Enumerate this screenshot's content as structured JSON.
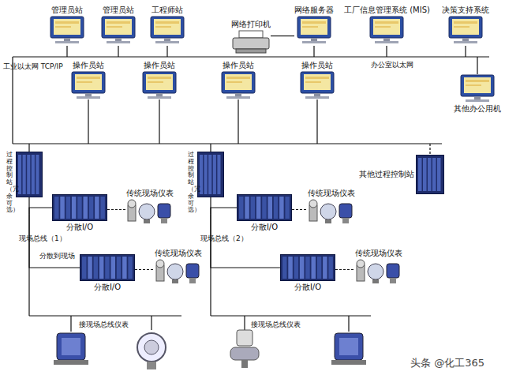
{
  "diagram": {
    "nodes": [
      {
        "text": [
          "管理员站"
        ]
      },
      {
        "text": [
          "管理员站"
        ]
      },
      {
        "text": [
          "工程师站"
        ]
      },
      {
        "text": [
          "网络打印机"
        ]
      },
      {
        "text": [
          "网络服务器"
        ]
      },
      {
        "text": [
          "工厂信息管理系统 (MIS)"
        ]
      },
      {
        "text": [
          "决策支持系统"
        ]
      },
      {
        "text": [
          "其他办公用机"
        ]
      },
      {
        "text": [
          "操作员站"
        ]
      },
      {
        "text": [
          "操作员站"
        ]
      },
      {
        "text": [
          "操作员站"
        ]
      },
      {
        "text": [
          "操作员站"
        ]
      },
      {
        "text": [
          "过程控制站（冗余可选）"
        ]
      },
      {
        "text": [
          "分散I/O"
        ]
      },
      {
        "text": [
          "传统现场仪表"
        ]
      },
      {
        "text": [
          "分散I/O"
        ]
      },
      {
        "text": [
          "传统现场仪表"
        ]
      },
      {
        "text": [
          "过程控制站（冗余可选）"
        ]
      },
      {
        "text": [
          "分散I/O"
        ]
      },
      {
        "text": [
          "传统现场仪表"
        ]
      },
      {
        "text": [
          "分散I/O"
        ]
      },
      {
        "text": [
          "传统现场仪表"
        ]
      },
      {
        "text": [
          "其他过程控制站"
        ]
      }
    ],
    "edges": [
      {
        "from": 12,
        "to": 13,
        "arrow": "none"
      },
      {
        "from": 13,
        "to": 14,
        "arrow": "none"
      },
      {
        "from": 12,
        "to": 15,
        "arrow": "none"
      },
      {
        "from": 15,
        "to": 16,
        "arrow": "none"
      },
      {
        "from": 17,
        "to": 18,
        "arrow": "none"
      },
      {
        "from": 18,
        "to": 19,
        "arrow": "none"
      },
      {
        "from": 17,
        "to": 20,
        "arrow": "none"
      },
      {
        "from": 20,
        "to": 21,
        "arrow": "none"
      },
      {
        "from": 3,
        "to": 4,
        "arrow": "none"
      }
    ],
    "labels": [
      "工业以太网 TCP/IP",
      "办公室以太网",
      "现场总线（1）",
      "现场总线（2）",
      "分散到现场",
      "接现场总线仪表",
      "接现场总线仪表",
      "头条 @化工365"
    ]
  }
}
